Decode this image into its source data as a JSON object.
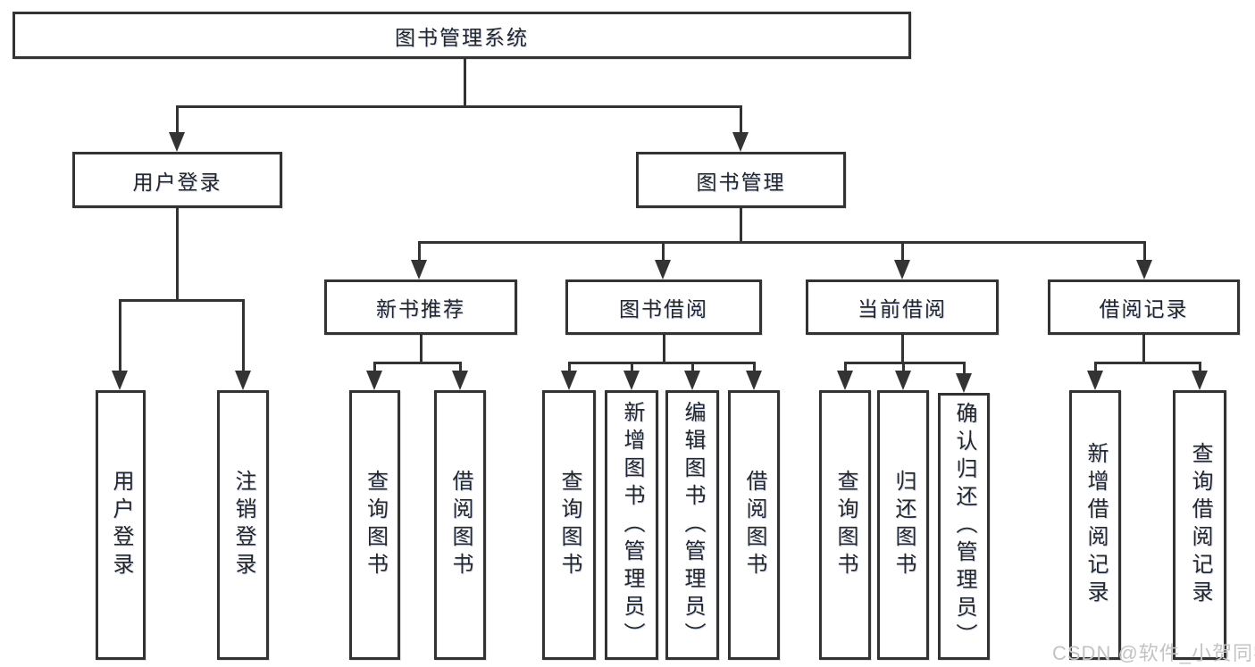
{
  "colors": {
    "background": "#ffffff",
    "box_border": "#333333",
    "connector_line": "#333333",
    "text": "#262626",
    "watermark": "#c3c3c3"
  },
  "diagram": {
    "root": {
      "label": "图书管理系统"
    },
    "level2": [
      {
        "label": "用户登录"
      },
      {
        "label": "图书管理"
      }
    ],
    "level3": [
      {
        "label": "新书推荐"
      },
      {
        "label": "图书借阅"
      },
      {
        "label": "当前借阅"
      },
      {
        "label": "借阅记录"
      }
    ],
    "leaves": {
      "user_login": [
        "用户登录",
        "注销登录"
      ],
      "new_book_recommend": [
        "查询图书",
        "借阅图书"
      ],
      "book_borrow": [
        "查询图书",
        "新增图书（管理员）",
        "编辑图书（管理员）",
        "借阅图书"
      ],
      "current_borrow": [
        "查询图书",
        "归还图书",
        "确认归还（管理员）"
      ],
      "borrow_records": [
        "新增借阅记录",
        "查询借阅记录"
      ]
    }
  },
  "watermark": {
    "text": "CSDN @软件_小贺同学"
  }
}
